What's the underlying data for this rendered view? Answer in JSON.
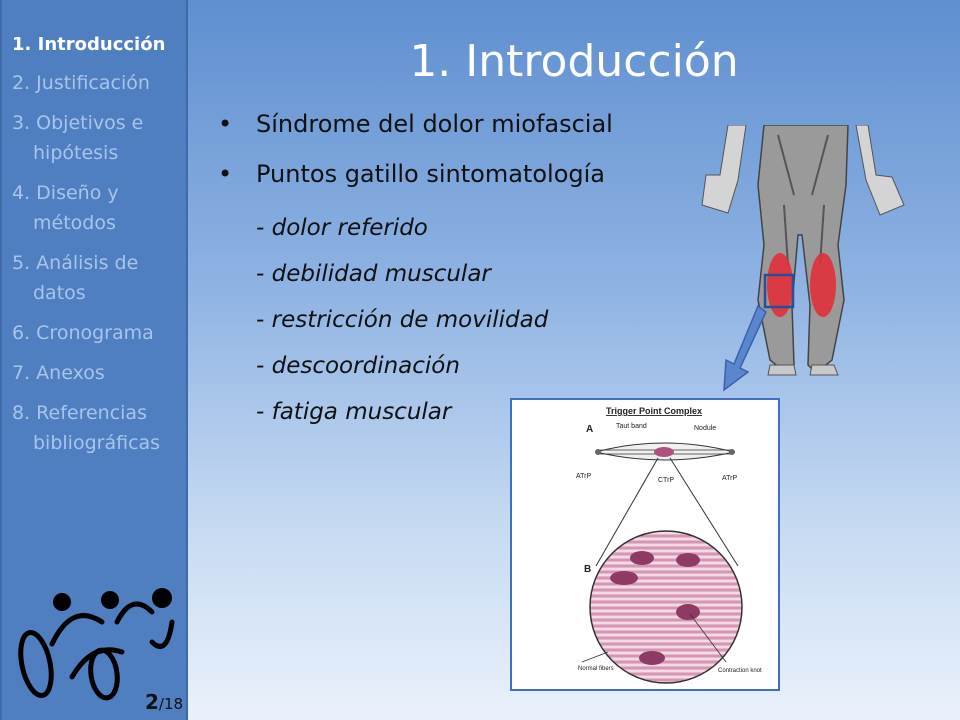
{
  "sidebar": {
    "items": [
      {
        "line1": "1. Introducción",
        "line2": ""
      },
      {
        "line1": "2. Justificación",
        "line2": ""
      },
      {
        "line1": "3. Objetivos e",
        "line2": "hipótesis"
      },
      {
        "line1": "4. Diseño y",
        "line2": "métodos"
      },
      {
        "line1": "5. Análisis de",
        "line2": "datos"
      },
      {
        "line1": "6. Cronograma",
        "line2": ""
      },
      {
        "line1": "7. Anexos",
        "line2": ""
      },
      {
        "line1": "8. Referencias",
        "line2": "bibliográficas"
      }
    ],
    "page_current": "2",
    "page_total": "/18"
  },
  "slide": {
    "title": "1. Introducción",
    "bullets": [
      "Síndrome del dolor miofascial",
      "Puntos gatillo sintomatología"
    ],
    "sub_items": [
      "- dolor referido",
      "- debilidad muscular",
      "- restricción de movilidad",
      "- descoordinación",
      "- fatiga muscular"
    ]
  },
  "diagram": {
    "title": "Trigger Point Complex",
    "label_a": "A",
    "label_b": "B",
    "taut_band": "Taut band",
    "nodule": "Nodule",
    "atrp_left": "ATrP",
    "ctrp": "CTrP",
    "atrp_right": "ATrP",
    "normal_fibers": "Normal fibers",
    "contraction_knot": "Contraction knot"
  },
  "colors": {
    "accent": "#4f7fc0",
    "highlight": "#e0303a",
    "text": "#111111"
  }
}
